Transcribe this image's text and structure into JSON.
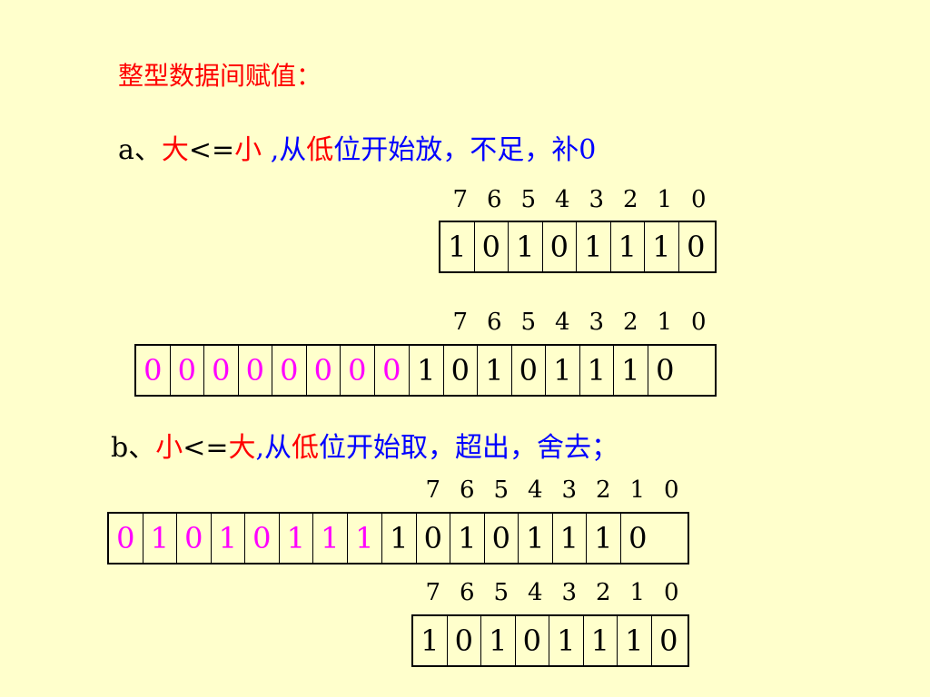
{
  "title": "整型数据间赋值：",
  "line_a": {
    "prefix": "a、",
    "big": "大",
    "op": "<=",
    "small": "小",
    "sep": " ,",
    "cong": "从",
    "low": "低",
    "rest": "位开始放，不足，补",
    "zero": "0"
  },
  "line_b": {
    "prefix": "b、",
    "small": "小",
    "op": "<=",
    "big": "大",
    "sep": ",",
    "cong": "从",
    "low": "低",
    "rest": "位开始取，超出，舍去；"
  },
  "bit_index_labels": [
    "7",
    "6",
    "5",
    "4",
    "3",
    "2",
    "1",
    "0"
  ],
  "registers": {
    "a_source": [
      "1",
      "0",
      "1",
      "0",
      "1",
      "1",
      "1",
      "0"
    ],
    "a_result_high": [
      "0",
      "0",
      "0",
      "0",
      "0",
      "0",
      "0",
      "0"
    ],
    "a_result_low": [
      "1",
      "0",
      "1",
      "0",
      "1",
      "1",
      "1",
      "0"
    ],
    "b_source_high": [
      "0",
      "1",
      "0",
      "1",
      "0",
      "1",
      "1",
      "1"
    ],
    "b_source_low": [
      "1",
      "0",
      "1",
      "0",
      "1",
      "1",
      "1",
      "0"
    ],
    "b_result": [
      "1",
      "0",
      "1",
      "0",
      "1",
      "1",
      "1",
      "0"
    ]
  },
  "colors": {
    "background": "#FFFFCC",
    "title": "#FF0000",
    "text": "#0000FF",
    "highlight": "#FF0000",
    "high_bits": "#FF00FF"
  }
}
